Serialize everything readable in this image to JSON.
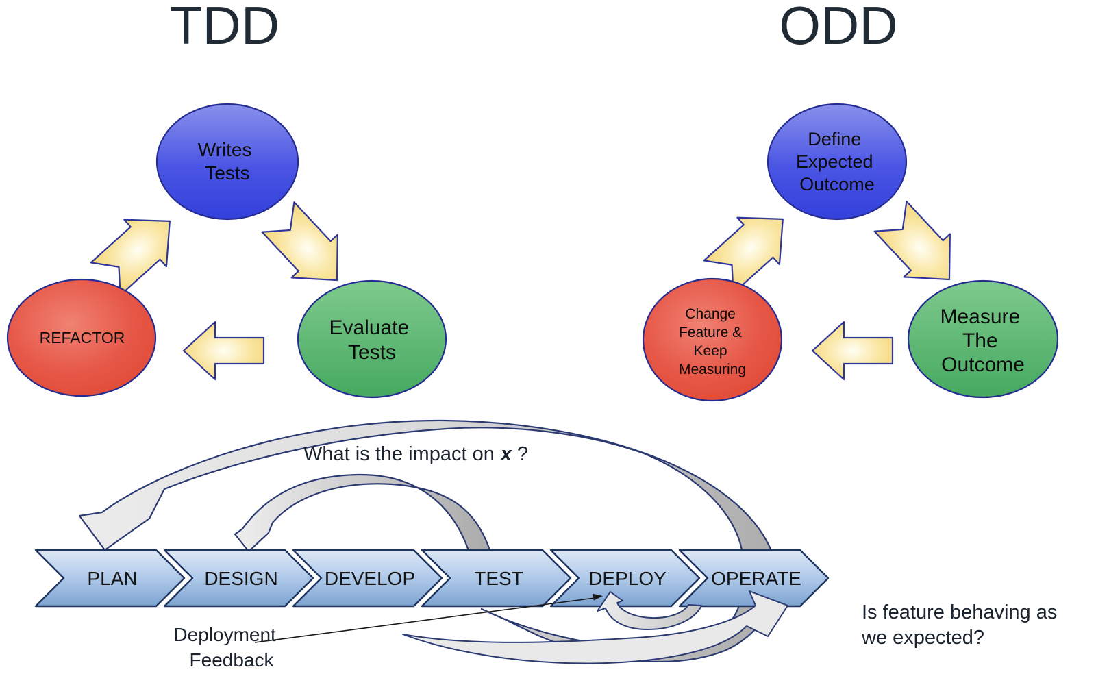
{
  "tdd": {
    "title": "TDD",
    "top": [
      "Writes",
      "Tests"
    ],
    "left": [
      "REFACTOR"
    ],
    "right": [
      "Evaluate",
      "Tests"
    ]
  },
  "odd": {
    "title": "ODD",
    "top": [
      "Define",
      "Expected",
      "Outcome"
    ],
    "left": [
      "Change",
      "Feature &",
      "Keep",
      "Measuring"
    ],
    "right": [
      "Measure",
      "The",
      "Outcome"
    ]
  },
  "pipeline": {
    "stages": [
      "PLAN",
      "DESIGN",
      "DEVELOP",
      "TEST",
      "DEPLOY",
      "OPERATE"
    ]
  },
  "annotations": {
    "impact_prefix": "What is the impact on",
    "impact_emphasis": "x",
    "impact_suffix": "?",
    "deployment_line1": "Deployment",
    "deployment_line2": "Feedback",
    "behaving_line1": "Is feature behaving as",
    "behaving_line2": "we expected?"
  },
  "colors": {
    "node_blue": "#4a55e0",
    "node_green": "#4fae66",
    "node_red": "#e65240",
    "arrow_yellow": "#f5d878",
    "chevron_blue": "#9fbee2",
    "band_gray": "#bfbfbf",
    "outline_navy": "#2c3a72"
  }
}
